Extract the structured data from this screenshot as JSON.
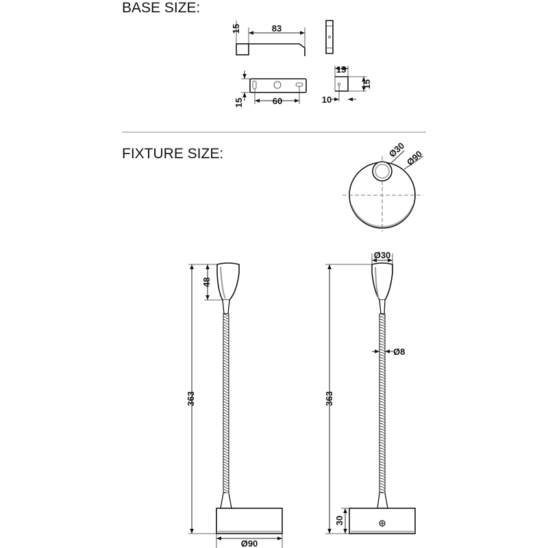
{
  "base": {
    "title": "BASE SIZE:",
    "dims": {
      "side_height": "15",
      "side_length": "83",
      "bottom_height": "15",
      "hole_spacing": "60",
      "end_width": "15",
      "end_height": "15",
      "end_offset": "10"
    }
  },
  "fixture": {
    "title": "FIXTURE SIZE:",
    "top_view": {
      "inner_dia": "Ø30",
      "outer_dia": "Ø90"
    },
    "left_view": {
      "total_height": "363",
      "head_height": "48",
      "base_dia": "Ø90"
    },
    "right_view": {
      "total_height": "363",
      "head_dia": "Ø30",
      "arm_dia": "Ø8",
      "base_height": "30"
    }
  }
}
